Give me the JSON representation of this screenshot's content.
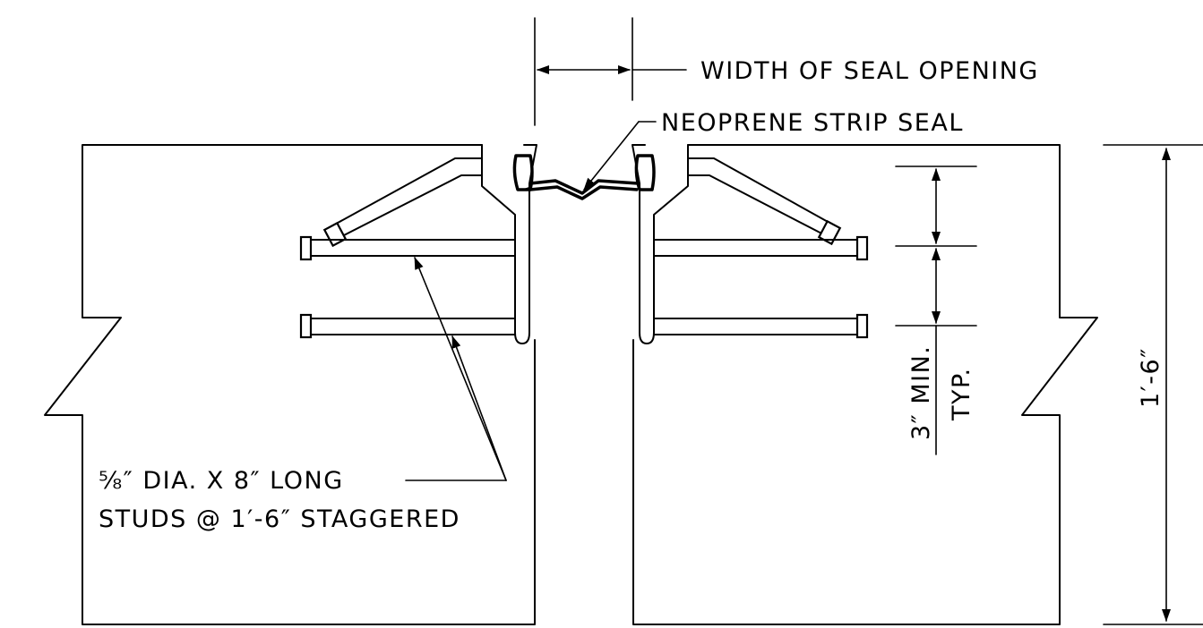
{
  "labels": {
    "width_of_seal_opening": "WIDTH OF SEAL OPENING",
    "neoprene_strip_seal": "NEOPRENE STRIP SEAL",
    "studs_line1": "⅝″ DIA. X 8″ LONG",
    "studs_line2": "STUDS @ 1′-6″ STAGGERED",
    "min_spacing_line1": "3″ MIN.",
    "min_spacing_line2": "TYP.",
    "depth_dimension": "1′-6″"
  },
  "colors": {
    "line": "#000000",
    "background": "#ffffff"
  }
}
